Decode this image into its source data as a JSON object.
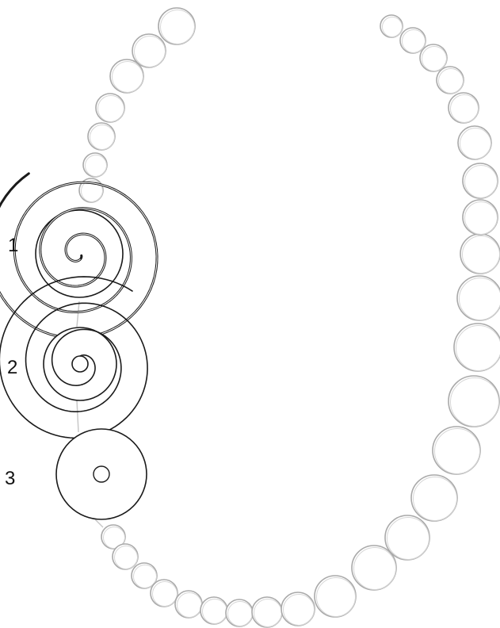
{
  "labels": {
    "one": "1",
    "two": "2",
    "three": "3"
  },
  "colors": {
    "bead_stroke": "#a9a9a9",
    "bead_fill": "#ffffff",
    "pendant_stroke": "#1a1a1a",
    "label_color": "#111111"
  },
  "pendants": [
    {
      "label": "1",
      "motif": "spiral-open"
    },
    {
      "label": "2",
      "motif": "concentric-spiral"
    },
    {
      "label": "3",
      "motif": "ring-with-center-dot"
    }
  ],
  "bead_strand": {
    "shape": "open-loop-necklace",
    "left_strand_beads": 13,
    "right_strand_beads": 22
  }
}
